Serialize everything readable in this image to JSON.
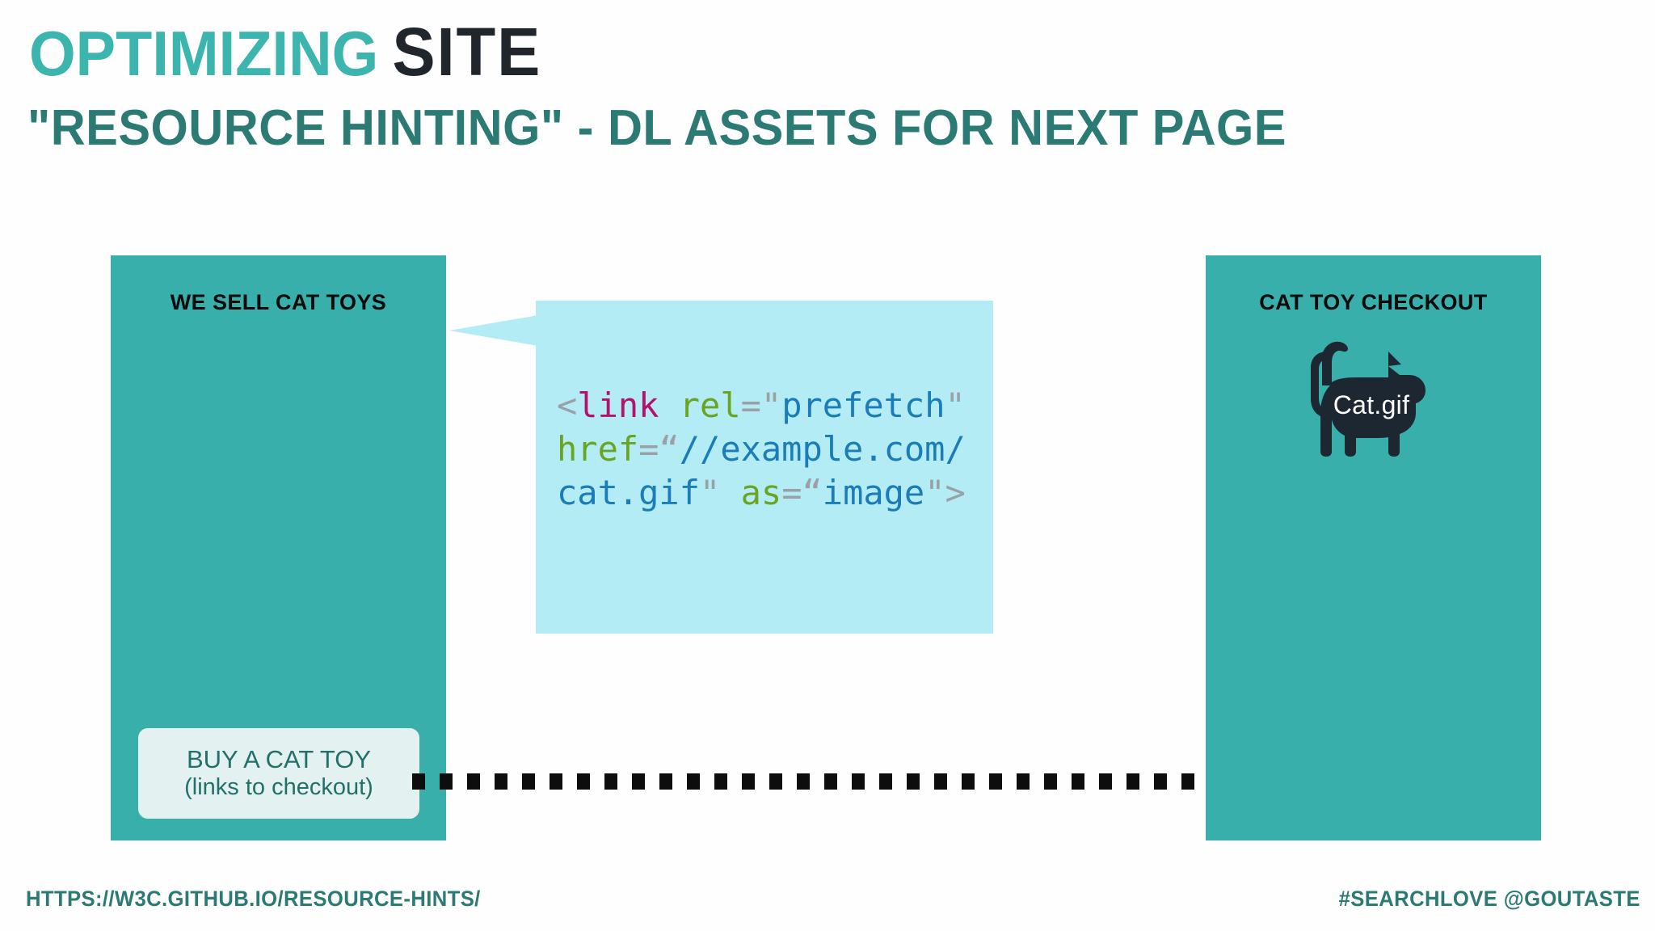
{
  "slide": {
    "title": {
      "word_1": "OPTIMIZING",
      "word_2": "SITE"
    },
    "subtitle": "\"RESOURCE HINTING\" - DL ASSETS FOR NEXT PAGE"
  },
  "left_panel": {
    "heading": "WE SELL CAT TOYS",
    "cta": {
      "main_label": "BUY A CAT TOY",
      "sub_label": "(links to checkout)"
    }
  },
  "right_panel": {
    "heading": "CAT TOY CHECKOUT",
    "asset_label": "Cat.gif"
  },
  "code_bubble": {
    "lines": [
      {
        "tokens": [
          {
            "text": "<",
            "type": "punct"
          },
          {
            "text": "link",
            "type": "tag"
          },
          {
            "text": " ",
            "type": "punct"
          },
          {
            "text": "rel",
            "type": "attr"
          },
          {
            "text": "=",
            "type": "eq"
          },
          {
            "text": "\"",
            "type": "quote"
          },
          {
            "text": "prefetch",
            "type": "val"
          },
          {
            "text": "\"",
            "type": "quote"
          }
        ]
      },
      {
        "tokens": [
          {
            "text": "href",
            "type": "attr"
          },
          {
            "text": "=",
            "type": "eq"
          },
          {
            "text": "“",
            "type": "quote"
          },
          {
            "text": "//example.com/",
            "type": "val"
          }
        ]
      },
      {
        "tokens": [
          {
            "text": "cat.gif",
            "type": "val"
          },
          {
            "text": "\"",
            "type": "quote"
          },
          {
            "text": " ",
            "type": "punct"
          },
          {
            "text": "as",
            "type": "attr"
          },
          {
            "text": "=",
            "type": "eq"
          },
          {
            "text": "“",
            "type": "quote"
          },
          {
            "text": "image",
            "type": "val"
          },
          {
            "text": "\"",
            "type": "quote"
          },
          {
            "text": ">",
            "type": "punct"
          }
        ]
      }
    ],
    "plain_text": "<link rel=\"prefetch\" href=\"//example.com/cat.gif\" as=\"image\">"
  },
  "flow": {
    "arrow_description": "dotted arrow from BUY A CAT TOY button to checkout page"
  },
  "footer": {
    "source_url": "HTTPS://W3C.GITHUB.IO/RESOURCE-HINTS/",
    "handle": "#SEARCHLOVE @GOUTASTE"
  },
  "colors": {
    "panel_teal": "#38afab",
    "title_teal": "#3bb5ae",
    "subtitle_teal": "#2b7a74",
    "title_dark": "#20262b",
    "bubble_blue": "#b3ecf5",
    "cta_bg": "#e3f2f0",
    "cta_text": "#217069",
    "code_tag": "#b5106b",
    "code_attr": "#6aa423",
    "code_value": "#1a7cb8",
    "code_punct": "#9aa0a6",
    "cat_silhouette": "#1d2731"
  }
}
